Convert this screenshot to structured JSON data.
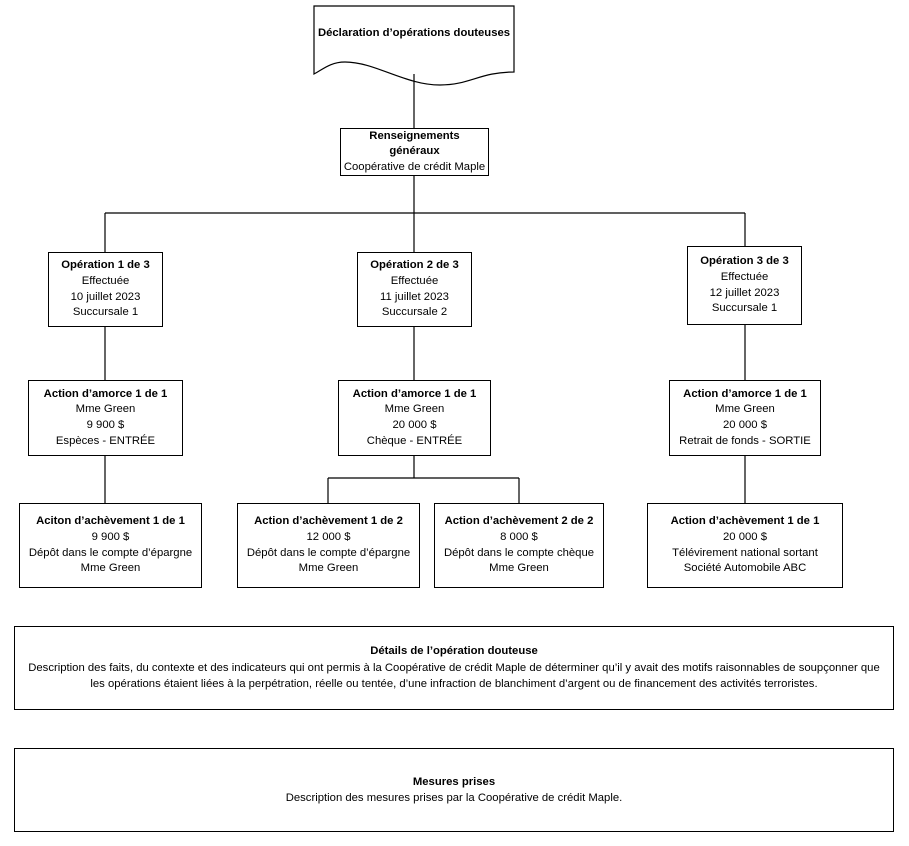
{
  "diagram": {
    "title_node": {
      "label": "Déclaration d’opérations douteuses"
    },
    "general_info": {
      "title": "Renseignements généraux",
      "line1": "Coopérative de crédit Maple"
    },
    "operations": [
      {
        "title": "Opération 1 de 3",
        "status": "Effectuée",
        "date": "10 juillet 2023",
        "branch": "Succursale 1"
      },
      {
        "title": "Opération 2 de 3",
        "status": "Effectuée",
        "date": "11 juillet 2023",
        "branch": "Succursale 2"
      },
      {
        "title": "Opération 3 de 3",
        "status": "Effectuée",
        "date": "12 juillet 2023",
        "branch": "Succursale 1"
      }
    ],
    "starting_actions": [
      {
        "title": "Action d’amorce 1 de 1",
        "party": "Mme Green",
        "amount": "9 900 $",
        "method": "Espèces - ENTRÉE"
      },
      {
        "title": "Action d’amorce 1 de 1",
        "party": "Mme Green",
        "amount": "20 000 $",
        "method": "Chèque - ENTRÉE"
      },
      {
        "title": "Action d’amorce 1 de 1",
        "party": "Mme Green",
        "amount": "20 000 $",
        "method": "Retrait de fonds - SORTIE"
      }
    ],
    "completing_actions": [
      {
        "title": "Aciton d’achèvement 1 de 1",
        "amount": "9 900 $",
        "method": "Dépôt dans le compte d’épargne",
        "party": "Mme Green"
      },
      {
        "title": "Action d’achèvement 1 de 2",
        "amount": "12 000 $",
        "method": "Dépôt dans le compte d’épargne",
        "party": "Mme Green"
      },
      {
        "title": "Action d’achèvement 2 de 2",
        "amount": "8 000 $",
        "method": "Dépôt dans le compte chèque",
        "party": "Mme Green"
      },
      {
        "title": "Action d’achèvement 1 de 1",
        "amount": "20 000 $",
        "method": "Télévirement national sortant",
        "party": "Société Automobile ABC"
      }
    ],
    "details_panel": {
      "title": "Détails de l’opération douteuse",
      "line1": "Description des faits, du contexte et des indicateurs qui ont permis à la Coopérative de crédit Maple de déterminer qu’il y avait des motifs raisonnables de soupçonner que",
      "line2": "les opérations étaient liées à la perpétration, réelle ou tentée, d’une infraction de blanchiment d’argent ou de financement des activités terroristes."
    },
    "measures_panel": {
      "title": "Mesures prises",
      "line1": "Description des mesures prises par la Coopérative de crédit Maple."
    },
    "colors": {
      "stroke": "#000000",
      "background": "#ffffff",
      "text": "#000000"
    }
  }
}
